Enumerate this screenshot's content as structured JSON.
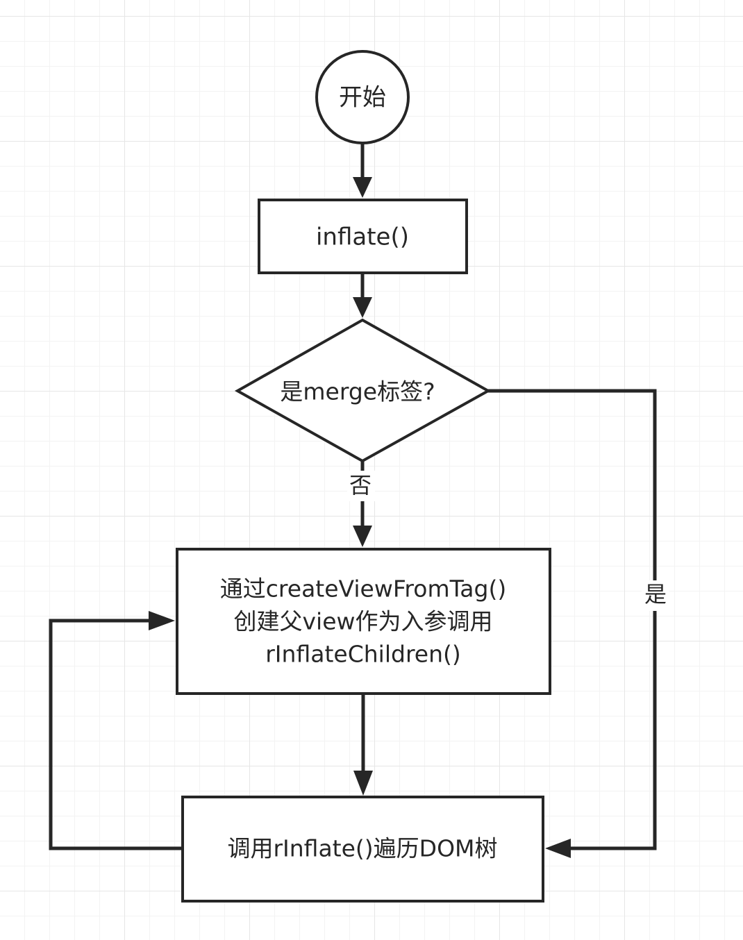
{
  "nodes": {
    "start": "开始",
    "inflate": "inflate()",
    "decision": "是merge标签?",
    "create_line1": "通过createViewFromTag()",
    "create_line2": "创建父view作为入参调用",
    "create_line3": "rInflateChildren()",
    "traverse": "调用rInflate()遍历DOM树"
  },
  "edges": {
    "no_label": "否",
    "yes_label": "是"
  }
}
